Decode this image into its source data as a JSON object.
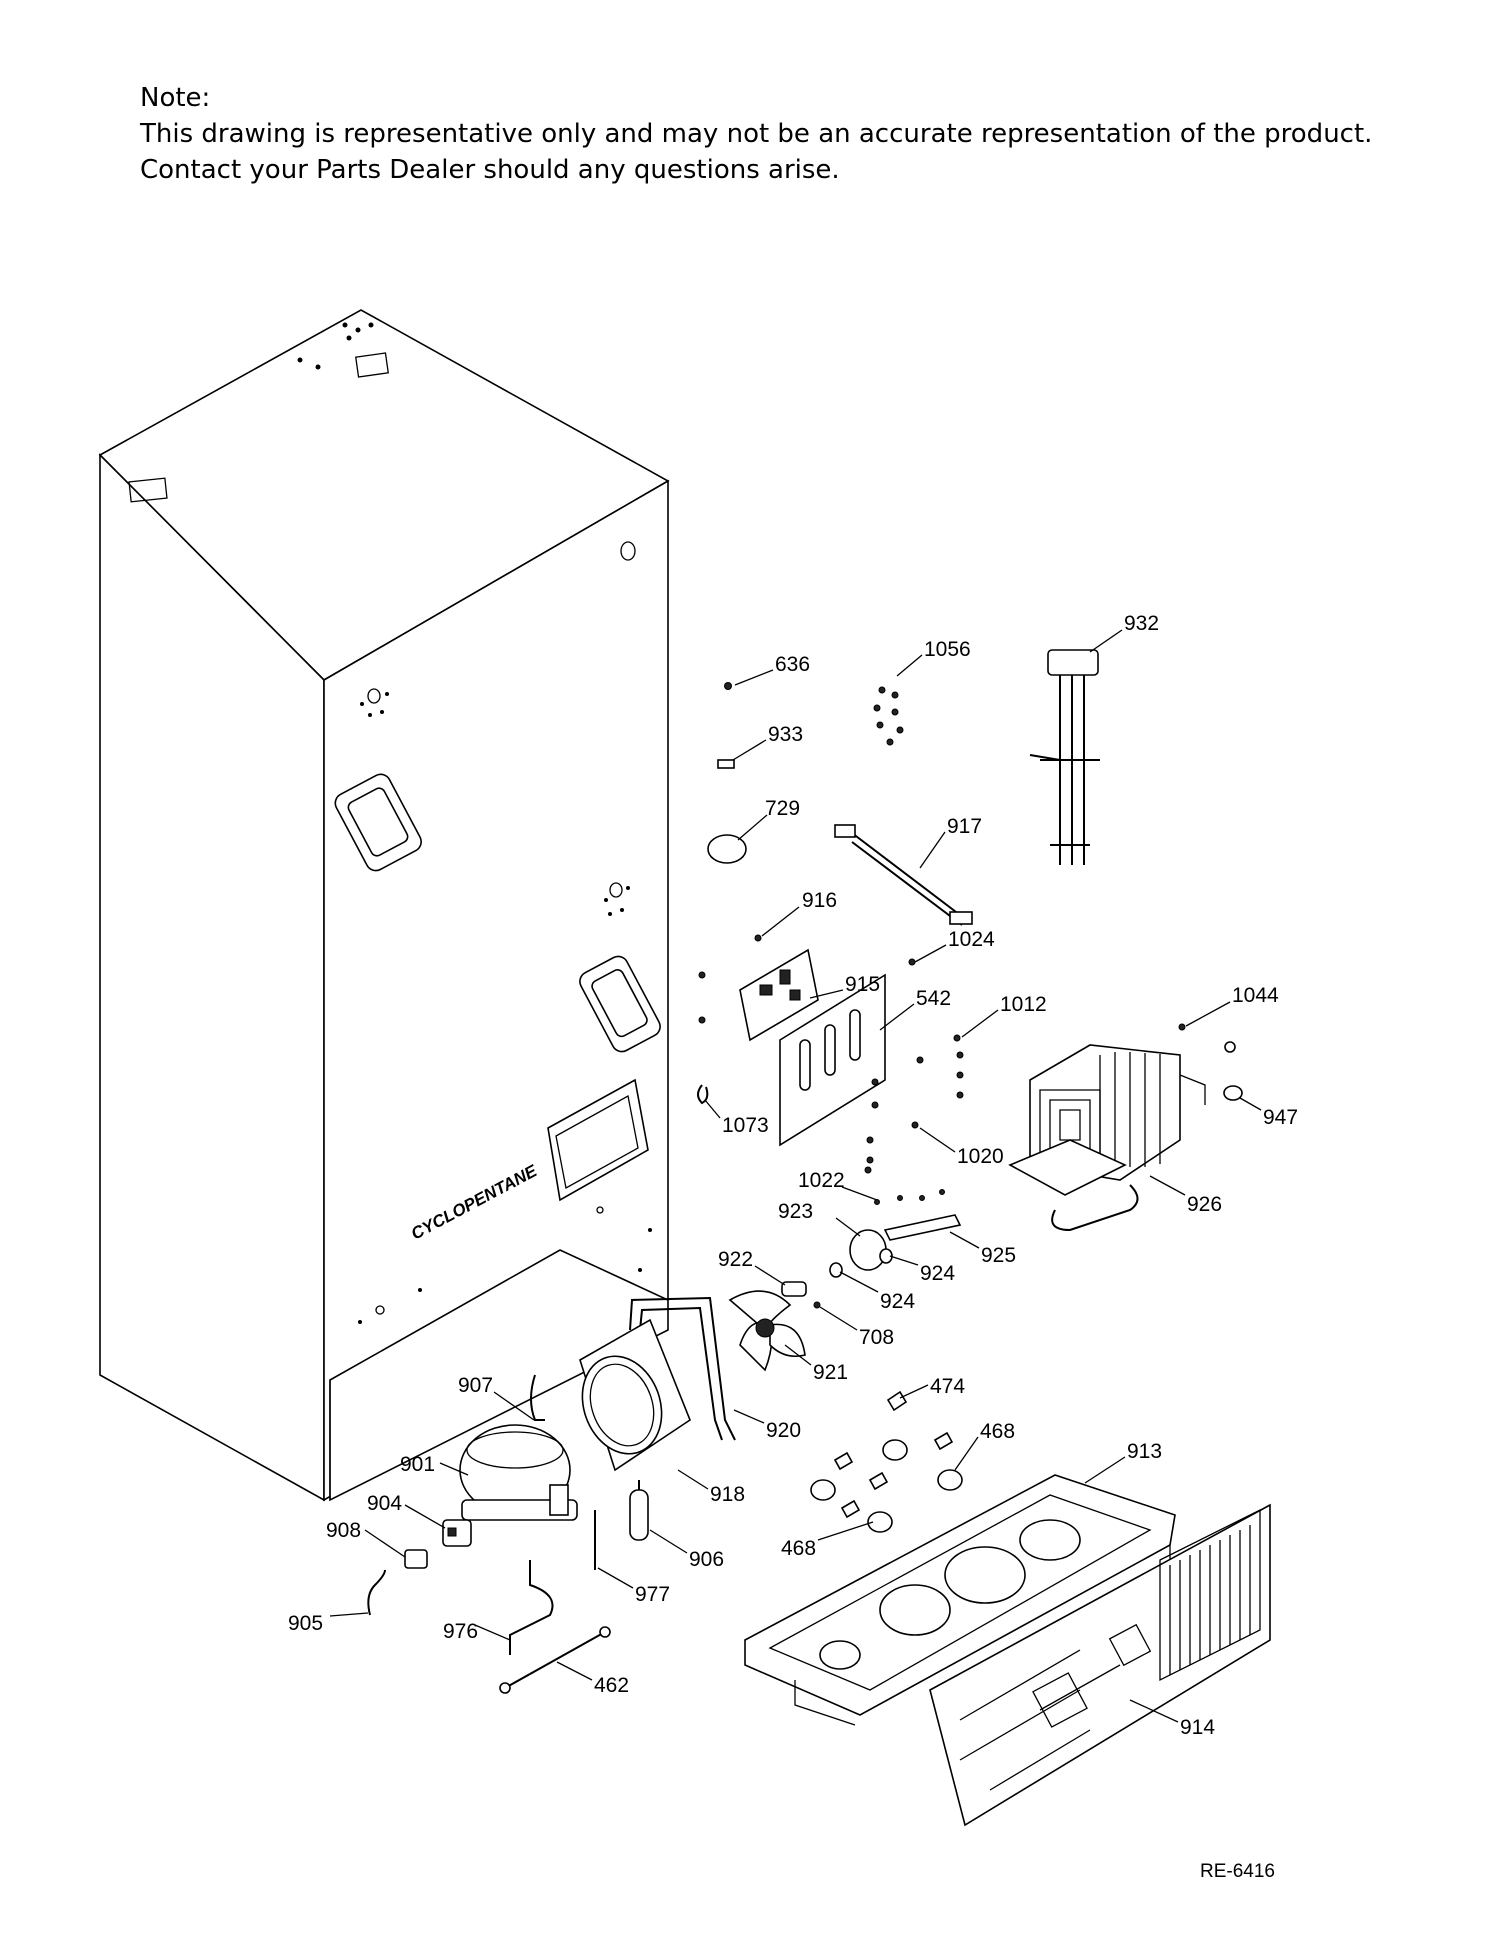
{
  "note": {
    "heading": "Note:",
    "line1": "This drawing is representative only and may not be an accurate representation of the product.",
    "line2": "Contact your Parts Dealer should any questions arise."
  },
  "cabinet_text": "CYCLOPENTANE",
  "drawing_id": "RE-6416",
  "parts": [
    {
      "label": "932"
    },
    {
      "label": "636"
    },
    {
      "label": "1056"
    },
    {
      "label": "933"
    },
    {
      "label": "729"
    },
    {
      "label": "917"
    },
    {
      "label": "916"
    },
    {
      "label": "1024"
    },
    {
      "label": "915"
    },
    {
      "label": "542"
    },
    {
      "label": "1012"
    },
    {
      "label": "1044"
    },
    {
      "label": "1073"
    },
    {
      "label": "1020"
    },
    {
      "label": "947"
    },
    {
      "label": "1022"
    },
    {
      "label": "926"
    },
    {
      "label": "923"
    },
    {
      "label": "925"
    },
    {
      "label": "922"
    },
    {
      "label": "924"
    },
    {
      "label": "924"
    },
    {
      "label": "708"
    },
    {
      "label": "921"
    },
    {
      "label": "474"
    },
    {
      "label": "907"
    },
    {
      "label": "920"
    },
    {
      "label": "468"
    },
    {
      "label": "913"
    },
    {
      "label": "901"
    },
    {
      "label": "918"
    },
    {
      "label": "904"
    },
    {
      "label": "906"
    },
    {
      "label": "908"
    },
    {
      "label": "468"
    },
    {
      "label": "977"
    },
    {
      "label": "905"
    },
    {
      "label": "976"
    },
    {
      "label": "462"
    },
    {
      "label": "914"
    }
  ]
}
